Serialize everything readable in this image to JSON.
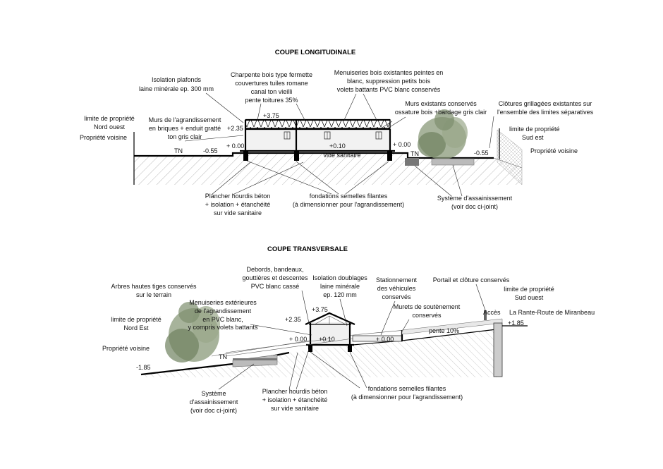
{
  "longitudinal": {
    "title": "COUPE LONGITUDINALE",
    "labels": {
      "isolation": [
        "Isolation plafonds",
        "laine minérale ep. 300 mm"
      ],
      "charpente": [
        "Charpente bois type fermette",
        "couvertures tuiles romane",
        "canal ton vieilli",
        "pente toitures 35%"
      ],
      "menuiseries": [
        "Menuiseries bois existantes peintes en",
        "blanc, suppression petits bois",
        "volets battants PVC blanc conservés"
      ],
      "murs_existants": [
        "Murs  existants conservés",
        "ossature bois +bardage gris clair"
      ],
      "clotures": [
        "Clôtures grillagées existantes sur",
        "l'ensemble des limites séparatives"
      ],
      "limite_no": [
        "limite de propriété",
        "Nord ouest"
      ],
      "voisine_left": "Propriété voisine",
      "murs_agr": [
        "Murs  de l'agrandissement",
        "en briques + enduit gratté",
        "ton gris clair"
      ],
      "limite_se": [
        "limite de propriété",
        "Sud est"
      ],
      "voisine_right": "Propriété voisine",
      "plancher": [
        "Plancher hourdis béton",
        "+ isolation + étanchéité",
        "sur vide sanitaire"
      ],
      "fondations": [
        "fondations semelles filantes",
        "(à dimensionner pour l'agrandissement)"
      ],
      "assainissement": [
        "Système d'assainissement",
        "(voir doc ci-joint)"
      ],
      "vide": "vide sanitaire"
    },
    "levels": {
      "roof": "+3.75",
      "eave": "+2.35",
      "floor_left": "+ 0.00",
      "floor_mid": "+0.10",
      "floor_right": "+ 0.00",
      "tn_left": "TN",
      "tn_right": "TN",
      "ground_left": "-0.55",
      "ground_right": "-0.55"
    }
  },
  "transversal": {
    "title": "COUPE TRANSVERSALE",
    "labels": {
      "arbres": [
        "Arbres hautes tiges conservés",
        "sur le terrain"
      ],
      "debords": [
        "Debords, bandeaux,",
        "gouttières et descentes",
        "PVC blanc cassé"
      ],
      "isolation": [
        "Isolation doublages",
        "laine minérale",
        "ep. 120 mm"
      ],
      "stationnement": [
        "Stationnement",
        "des véhicules",
        "conservés"
      ],
      "portail": "Portail et clôture conservés",
      "limite_so": [
        "limite de propriété",
        "Sud ouest"
      ],
      "acces": "Accès",
      "route": "La Rante-Route de Miranbeau",
      "menuiseries": [
        "Menuiseries extérieures",
        "de l'agrandissement",
        "en PVC blanc,",
        "y compris volets battants"
      ],
      "murets": [
        "Murets de soutènement",
        "conservés"
      ],
      "pente": "pente 10%",
      "limite_ne": [
        "limite de propriété",
        "Nord Est"
      ],
      "voisine": "Propriété voisine",
      "assainissement": [
        "Système",
        "d'assainissement",
        "(voir doc ci-joint)"
      ],
      "plancher": [
        "Plancher hourdis béton",
        "+ isolation + étanchéité",
        "sur vide sanitaire"
      ],
      "fondations": [
        "fondations semelles filantes",
        "(à dimensionner pour l'agrandissement)"
      ]
    },
    "levels": {
      "roof": "+3.75",
      "eave": "+2.35",
      "floor_a": "+ 0.00",
      "floor_b": "+0.10",
      "floor_c": "+ 0.00",
      "road": "+1.85",
      "bottom": "-1.85",
      "tn": "TN"
    }
  }
}
